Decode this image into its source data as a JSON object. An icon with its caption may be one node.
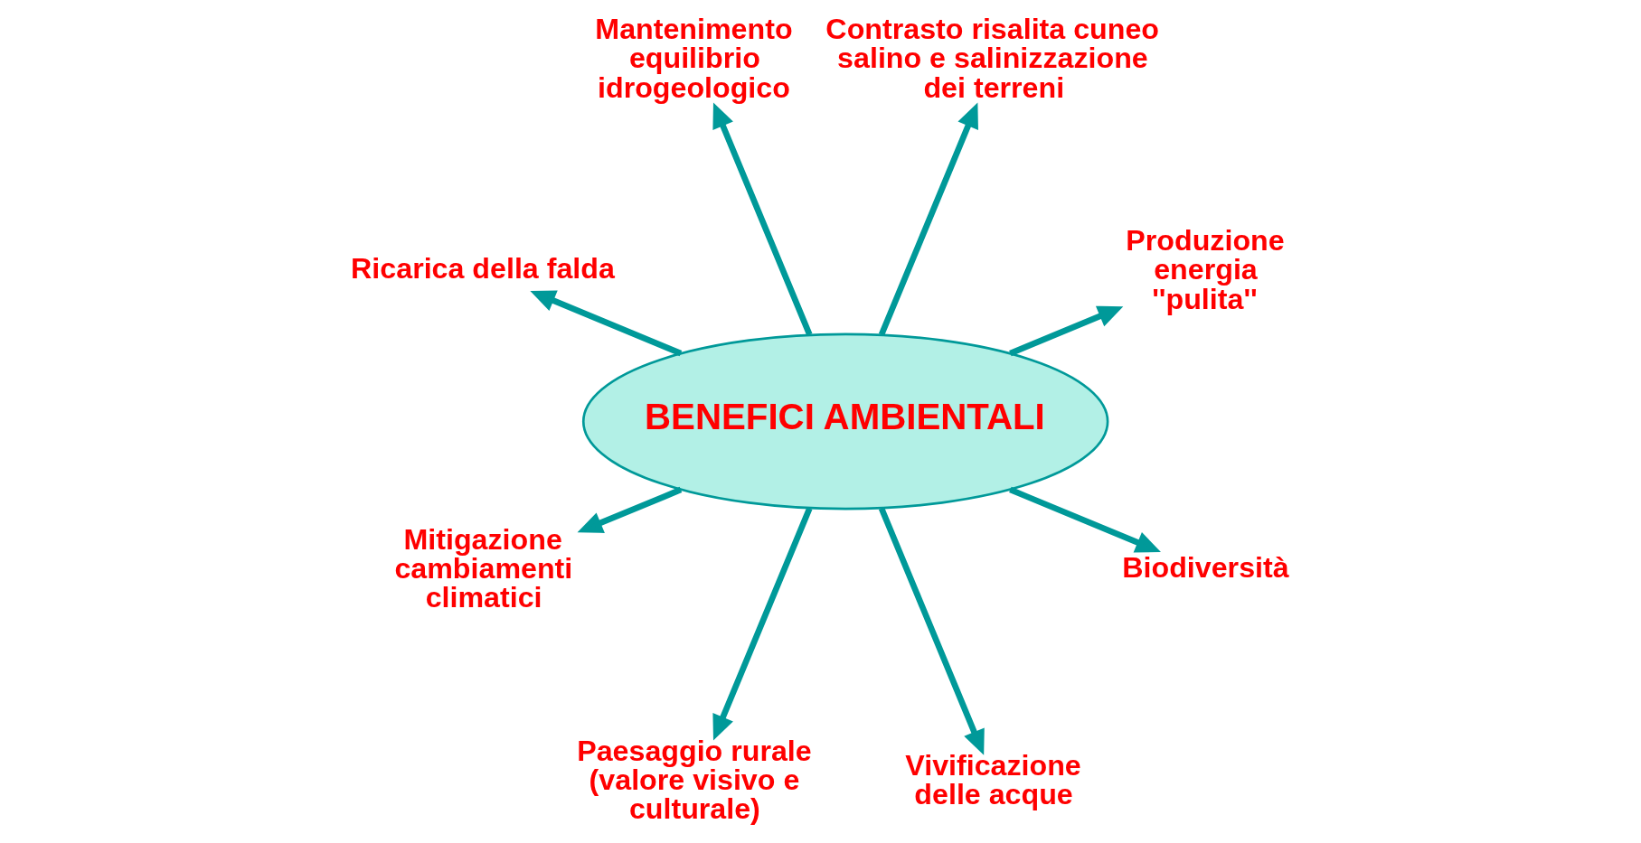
{
  "diagram": {
    "nodes": [
      {
        "text": [
          "BENEFICI AMBIENTALI"
        ]
      },
      {
        "text": [
          "Mantenimento equilibrio idrogeologico"
        ]
      },
      {
        "text": [
          "Contrasto risalita cuneo salino e salinizzazione dei terreni"
        ]
      },
      {
        "text": [
          "Ricarica della falda"
        ]
      },
      {
        "text": [
          "Mitigazione cambiamenti climatici"
        ]
      },
      {
        "text": [
          "Produzione energia ''pulita''"
        ]
      },
      {
        "text": [
          "Paesaggio rurale (valore visivo e culturale)"
        ]
      },
      {
        "text": [
          "Vivificazione delle acque"
        ]
      },
      {
        "text": [
          "Biodiversità"
        ]
      }
    ],
    "edges": [
      {
        "from": 0,
        "to": 1,
        "arrow": "to"
      },
      {
        "from": 0,
        "to": 2,
        "arrow": "to"
      },
      {
        "from": 0,
        "to": 5,
        "arrow": "to"
      },
      {
        "from": 0,
        "to": 8,
        "arrow": "to"
      },
      {
        "from": 0,
        "to": 7,
        "arrow": "to"
      },
      {
        "from": 0,
        "to": 6,
        "arrow": "to"
      },
      {
        "from": 0,
        "to": 4,
        "arrow": "to"
      },
      {
        "from": 0,
        "to": 3,
        "arrow": "to"
      }
    ]
  }
}
